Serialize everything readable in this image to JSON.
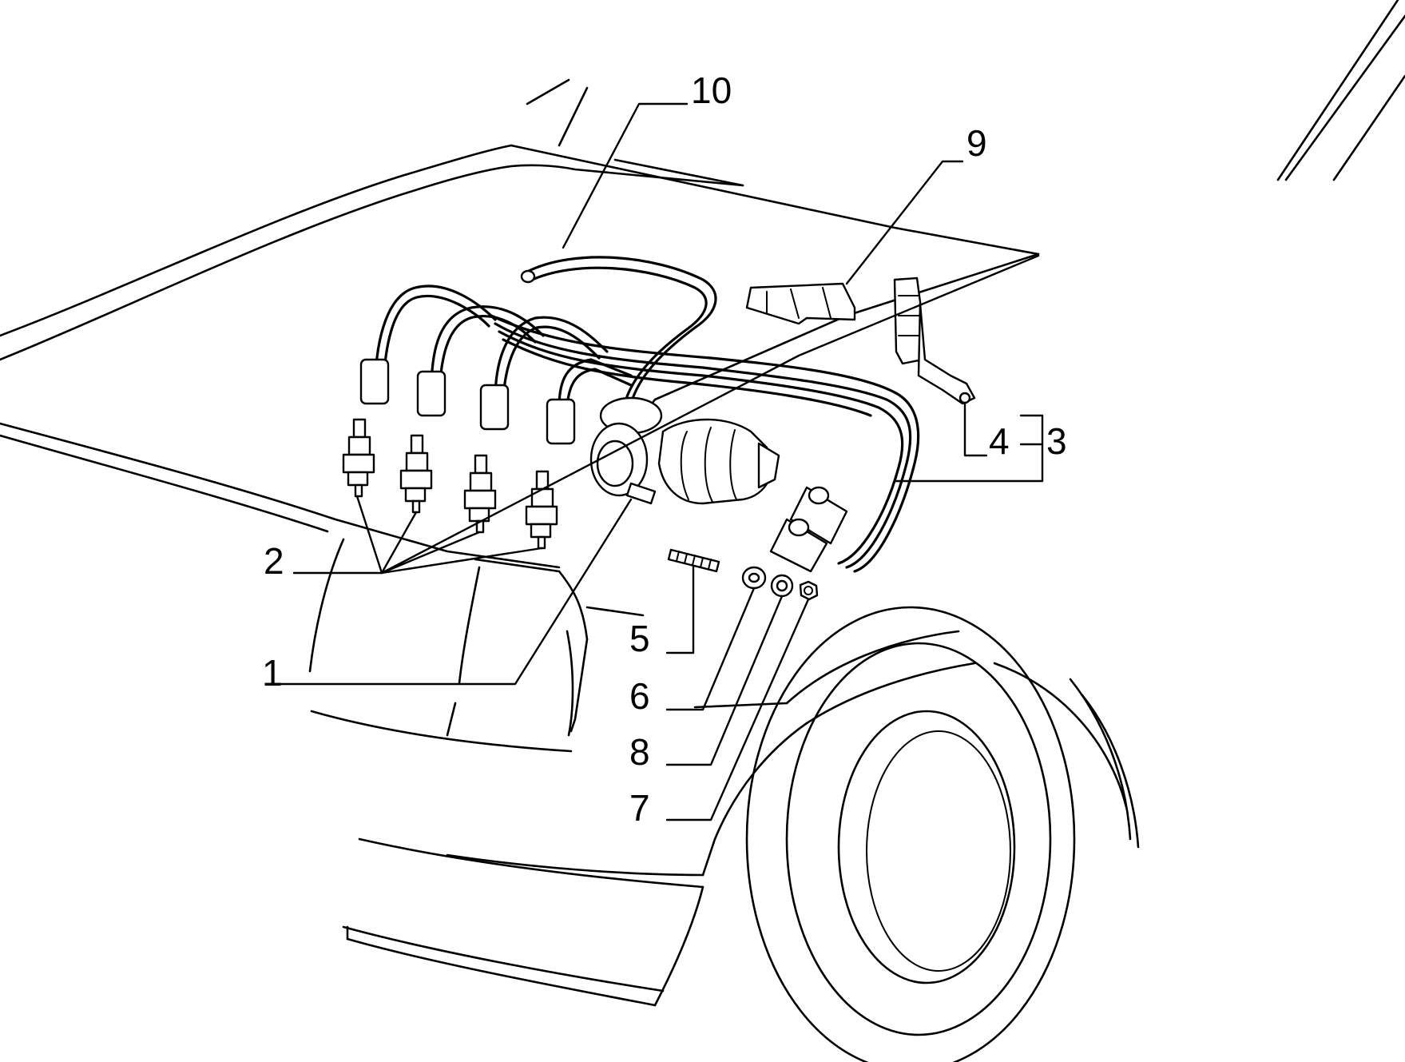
{
  "callouts": [
    {
      "id": "c10",
      "label": "10"
    },
    {
      "id": "c9",
      "label": "9"
    },
    {
      "id": "c4",
      "label": "4"
    },
    {
      "id": "c3",
      "label": "3"
    },
    {
      "id": "c2",
      "label": "2"
    },
    {
      "id": "c5",
      "label": "5"
    },
    {
      "id": "c1",
      "label": "1"
    },
    {
      "id": "c6",
      "label": "6"
    },
    {
      "id": "c8",
      "label": "8"
    },
    {
      "id": "c7",
      "label": "7"
    }
  ],
  "colors": {
    "ink": "#000000",
    "paper": "#ffffff"
  }
}
